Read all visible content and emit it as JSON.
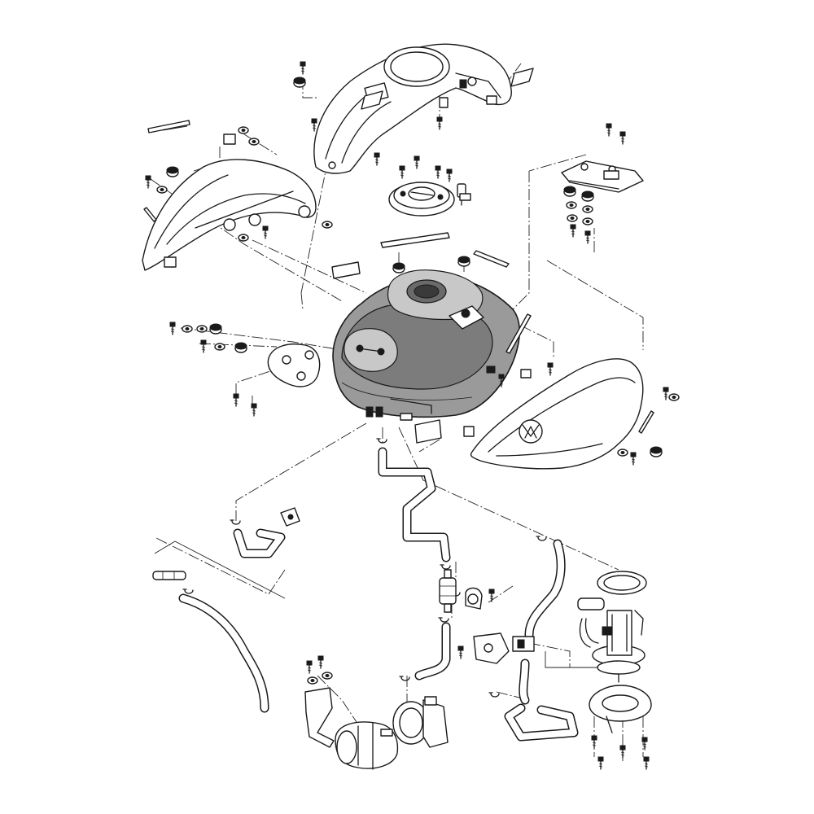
{
  "diagram": {
    "type": "exploded-parts-diagram",
    "colors": {
      "line": "#1a1a1a",
      "background": "#ffffff",
      "tank_outer": "#9a9a9a",
      "tank_panel": "#7c7c7c",
      "tank_light": "#c8c8c8"
    },
    "parts": [
      {
        "name": "fuel-tank",
        "icon": "fuel-tank-icon"
      },
      {
        "name": "tank-top-cover",
        "icon": "cover-icon"
      },
      {
        "name": "left-side-cover",
        "icon": "cover-icon"
      },
      {
        "name": "right-side-cover",
        "icon": "cover-icon"
      },
      {
        "name": "fuel-cap-assembly",
        "icon": "cap-icon"
      },
      {
        "name": "tank-bracket",
        "icon": "bracket-icon"
      },
      {
        "name": "fuel-pump",
        "icon": "pump-icon"
      },
      {
        "name": "fuel-filter",
        "icon": "filter-icon"
      },
      {
        "name": "canister",
        "icon": "canister-icon"
      },
      {
        "name": "fuel-hoses",
        "icon": "hose-icon"
      },
      {
        "name": "pump-gasket",
        "icon": "gasket-icon"
      },
      {
        "name": "pump-retainer-plate",
        "icon": "plate-icon"
      }
    ]
  }
}
